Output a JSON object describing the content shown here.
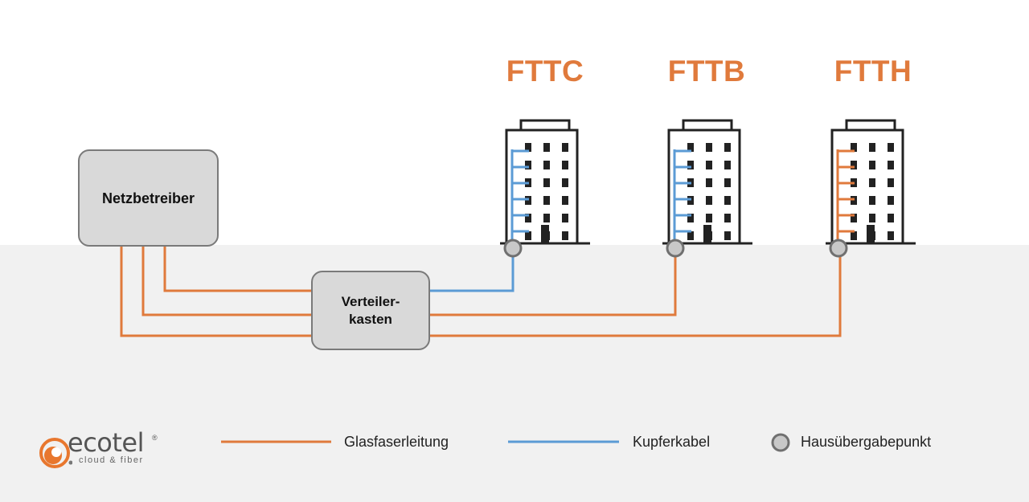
{
  "nodes": {
    "operator": "Netzbetreiber",
    "distribution_box": "Verteiler-\nkasten"
  },
  "buildings": [
    {
      "label": "FTTC",
      "internal_cable": "copper"
    },
    {
      "label": "FTTB",
      "internal_cable": "copper"
    },
    {
      "label": "FTTH",
      "internal_cable": "fiber"
    }
  ],
  "links": [
    {
      "from": "operator",
      "to": "distribution_box",
      "cable": "fiber"
    },
    {
      "from": "operator",
      "to": "distribution_box",
      "cable": "fiber"
    },
    {
      "from": "operator",
      "to": "distribution_box",
      "cable": "fiber"
    },
    {
      "from": "distribution_box",
      "to": "FTTC",
      "cable": "copper"
    },
    {
      "from": "distribution_box",
      "to": "FTTB",
      "cable": "fiber"
    },
    {
      "from": "distribution_box",
      "to": "FTTH",
      "cable": "fiber"
    }
  ],
  "legend": {
    "fiber": "Glasfaserleitung",
    "copper": "Kupferkabel",
    "handover": "Hausübergabepunkt"
  },
  "logo": {
    "name": "ecotel",
    "registered_mark": "®",
    "tagline": "cloud & fiber",
    "icon": "ecotel-swirl-logo-icon"
  },
  "colors": {
    "fiber": "#e07a3c",
    "copper": "#5b9bd5",
    "building": "#222222",
    "box_fill": "#d9d9d9",
    "box_border": "#7a7a7a",
    "handover_fill": "#c8c8c8",
    "handover_stroke": "#707070",
    "ground": "#f1f1f1"
  }
}
